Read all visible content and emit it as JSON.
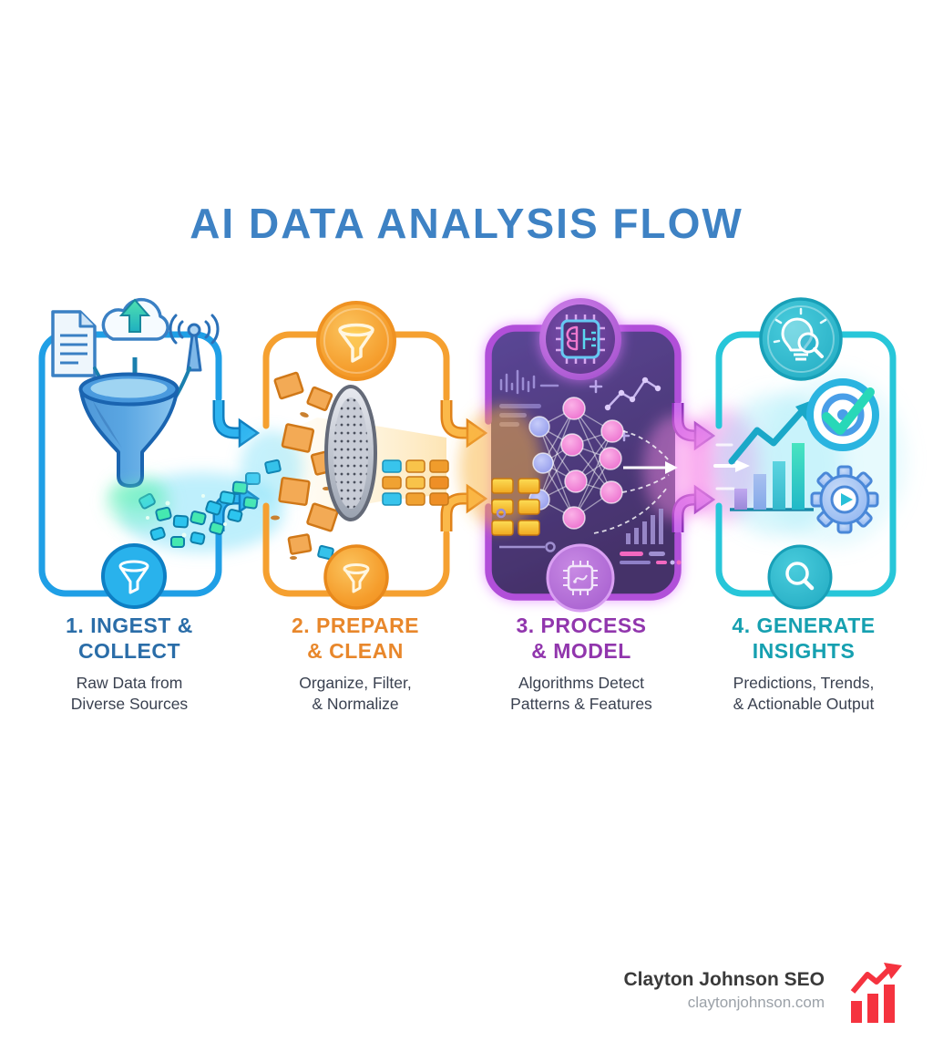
{
  "title": "AI DATA ANALYSIS FLOW",
  "stages": [
    {
      "name": "ingest-collect",
      "accent": "#1f9fe6",
      "title_line1": "1. INGEST &",
      "title_line2": "COLLECT",
      "subtitle_line1": "Raw Data from",
      "subtitle_line2": "Diverse Sources",
      "icons": [
        "document-icon",
        "cloud-upload-icon",
        "antenna-icon",
        "down-arrow-icon",
        "funnel-3d-icon",
        "data-stream",
        "funnel-badge-icon"
      ]
    },
    {
      "name": "prepare-clean",
      "accent": "#f5a030",
      "title_line1": "2. PREPARE",
      "title_line2": "& CLEAN",
      "subtitle_line1": "Organize, Filter,",
      "subtitle_line2": "& Normalize",
      "icons": [
        "funnel-badge-icon",
        "raw-data-squares",
        "sieve-mesh-disc",
        "clean-data-grid",
        "funnel-outline-badge-icon"
      ]
    },
    {
      "name": "process-model",
      "accent": "#b14fd9",
      "title_line1": "3. PROCESS",
      "title_line2": "& MODEL",
      "subtitle_line1": "Algorithms Detect",
      "subtitle_line2": "Patterns & Features",
      "icons": [
        "chip-brain-badge-icon",
        "neural-network",
        "waveform-decor",
        "line-chart-decor",
        "bar-chart-decor",
        "chip-badge-icon"
      ]
    },
    {
      "name": "generate-insights",
      "accent": "#27c6d9",
      "title_line1": "4. GENERATE",
      "title_line2": "INSIGHTS",
      "subtitle_line1": "Predictions, Trends,",
      "subtitle_line2": "& Actionable Output",
      "icons": [
        "lightbulb-magnifier-badge-icon",
        "growth-chart-icon",
        "target-check-icon",
        "gear-play-icon",
        "magnifier-badge-icon"
      ]
    }
  ],
  "footer": {
    "brand": "Clayton Johnson SEO",
    "website": "claytonjohnson.com",
    "logo_icon": "growth-chart-icon",
    "logo_color": "#f5333f"
  },
  "colors": {
    "background": "#ffffff",
    "title": "#3e82c4",
    "subtitle_text": "#3a4150",
    "stage1_blue": "#1f9fe6",
    "stage2_orange": "#f5a030",
    "stage3_purple": "#b14fd9",
    "stage3_panel": "#4f3c86",
    "stage4_teal": "#27c6d9",
    "footer_brand": "#3a3a3a",
    "footer_site": "#9ba1a8"
  }
}
